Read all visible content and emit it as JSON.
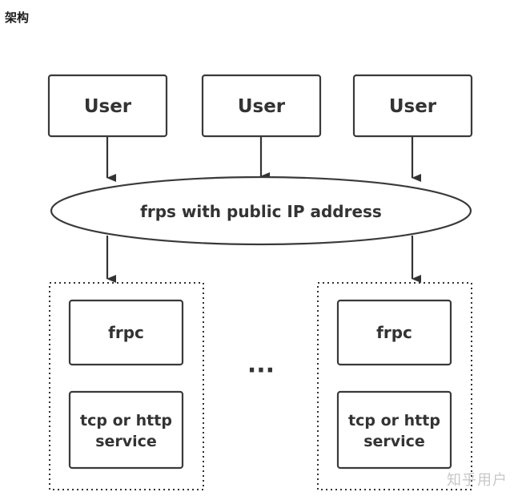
{
  "heading": "架构",
  "users": [
    "User",
    "User",
    "User"
  ],
  "server": "frps with public IP address",
  "clients": [
    {
      "frpc": "frpc",
      "service_line1": "tcp or http",
      "service_line2": "service"
    },
    {
      "frpc": "frpc",
      "service_line1": "tcp or http",
      "service_line2": "service"
    }
  ],
  "ellipsis": "···",
  "watermark": "知乎用户"
}
